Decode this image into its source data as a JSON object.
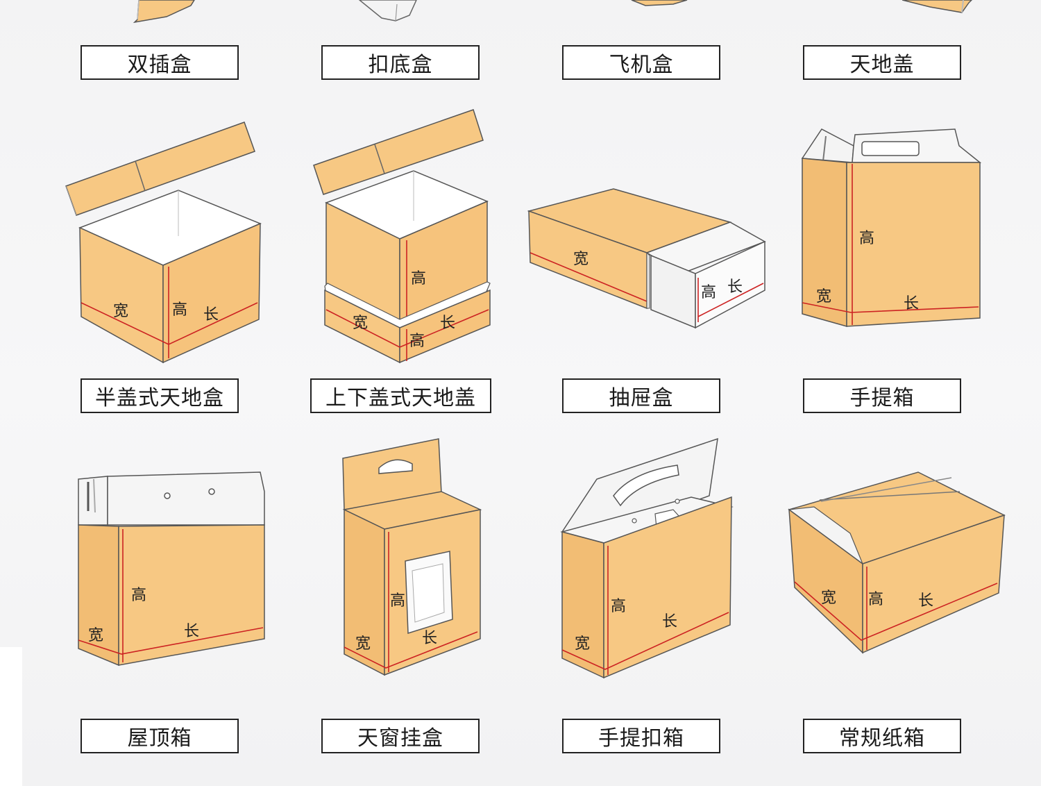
{
  "colors": {
    "kraft": "#f7c883",
    "kraft_dark": "#e6ab62",
    "kraft_side": "#f2bd74",
    "white_board": "#f5f5f5",
    "line": "#555555",
    "dimension": "#cc2222"
  },
  "dimension_labels": {
    "width": "宽",
    "height": "高",
    "length": "长"
  },
  "boxes": [
    {
      "label": "双插盒"
    },
    {
      "label": "扣底盒"
    },
    {
      "label": "飞机盒"
    },
    {
      "label": "天地盖"
    },
    {
      "label": "半盖式天地盒"
    },
    {
      "label": "上下盖式天地盖"
    },
    {
      "label": "抽屉盒"
    },
    {
      "label": "手提箱"
    },
    {
      "label": "屋顶箱"
    },
    {
      "label": "天窗挂盒"
    },
    {
      "label": "手提扣箱"
    },
    {
      "label": "常规纸箱"
    }
  ]
}
